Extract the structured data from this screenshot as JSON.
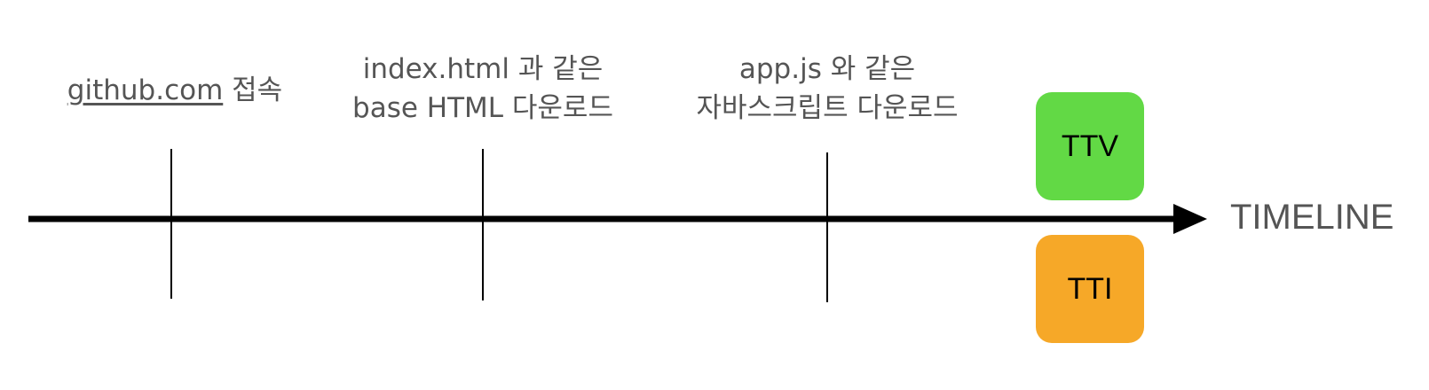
{
  "events": [
    {
      "lines": [
        {
          "link": "github.com",
          "text": " 접속"
        }
      ]
    },
    {
      "lines": [
        {
          "text": "index.html 과 같은"
        },
        {
          "text": "base HTML 다운로드"
        }
      ]
    },
    {
      "lines": [
        {
          "text": "app.js 와 같은"
        },
        {
          "text": "자바스크립트 다운로드"
        }
      ]
    }
  ],
  "badges": {
    "ttv": {
      "label": "TTV",
      "color": "#62d945"
    },
    "tti": {
      "label": "TTI",
      "color": "#f6a828"
    }
  },
  "axis": {
    "label": "TIMELINE"
  }
}
